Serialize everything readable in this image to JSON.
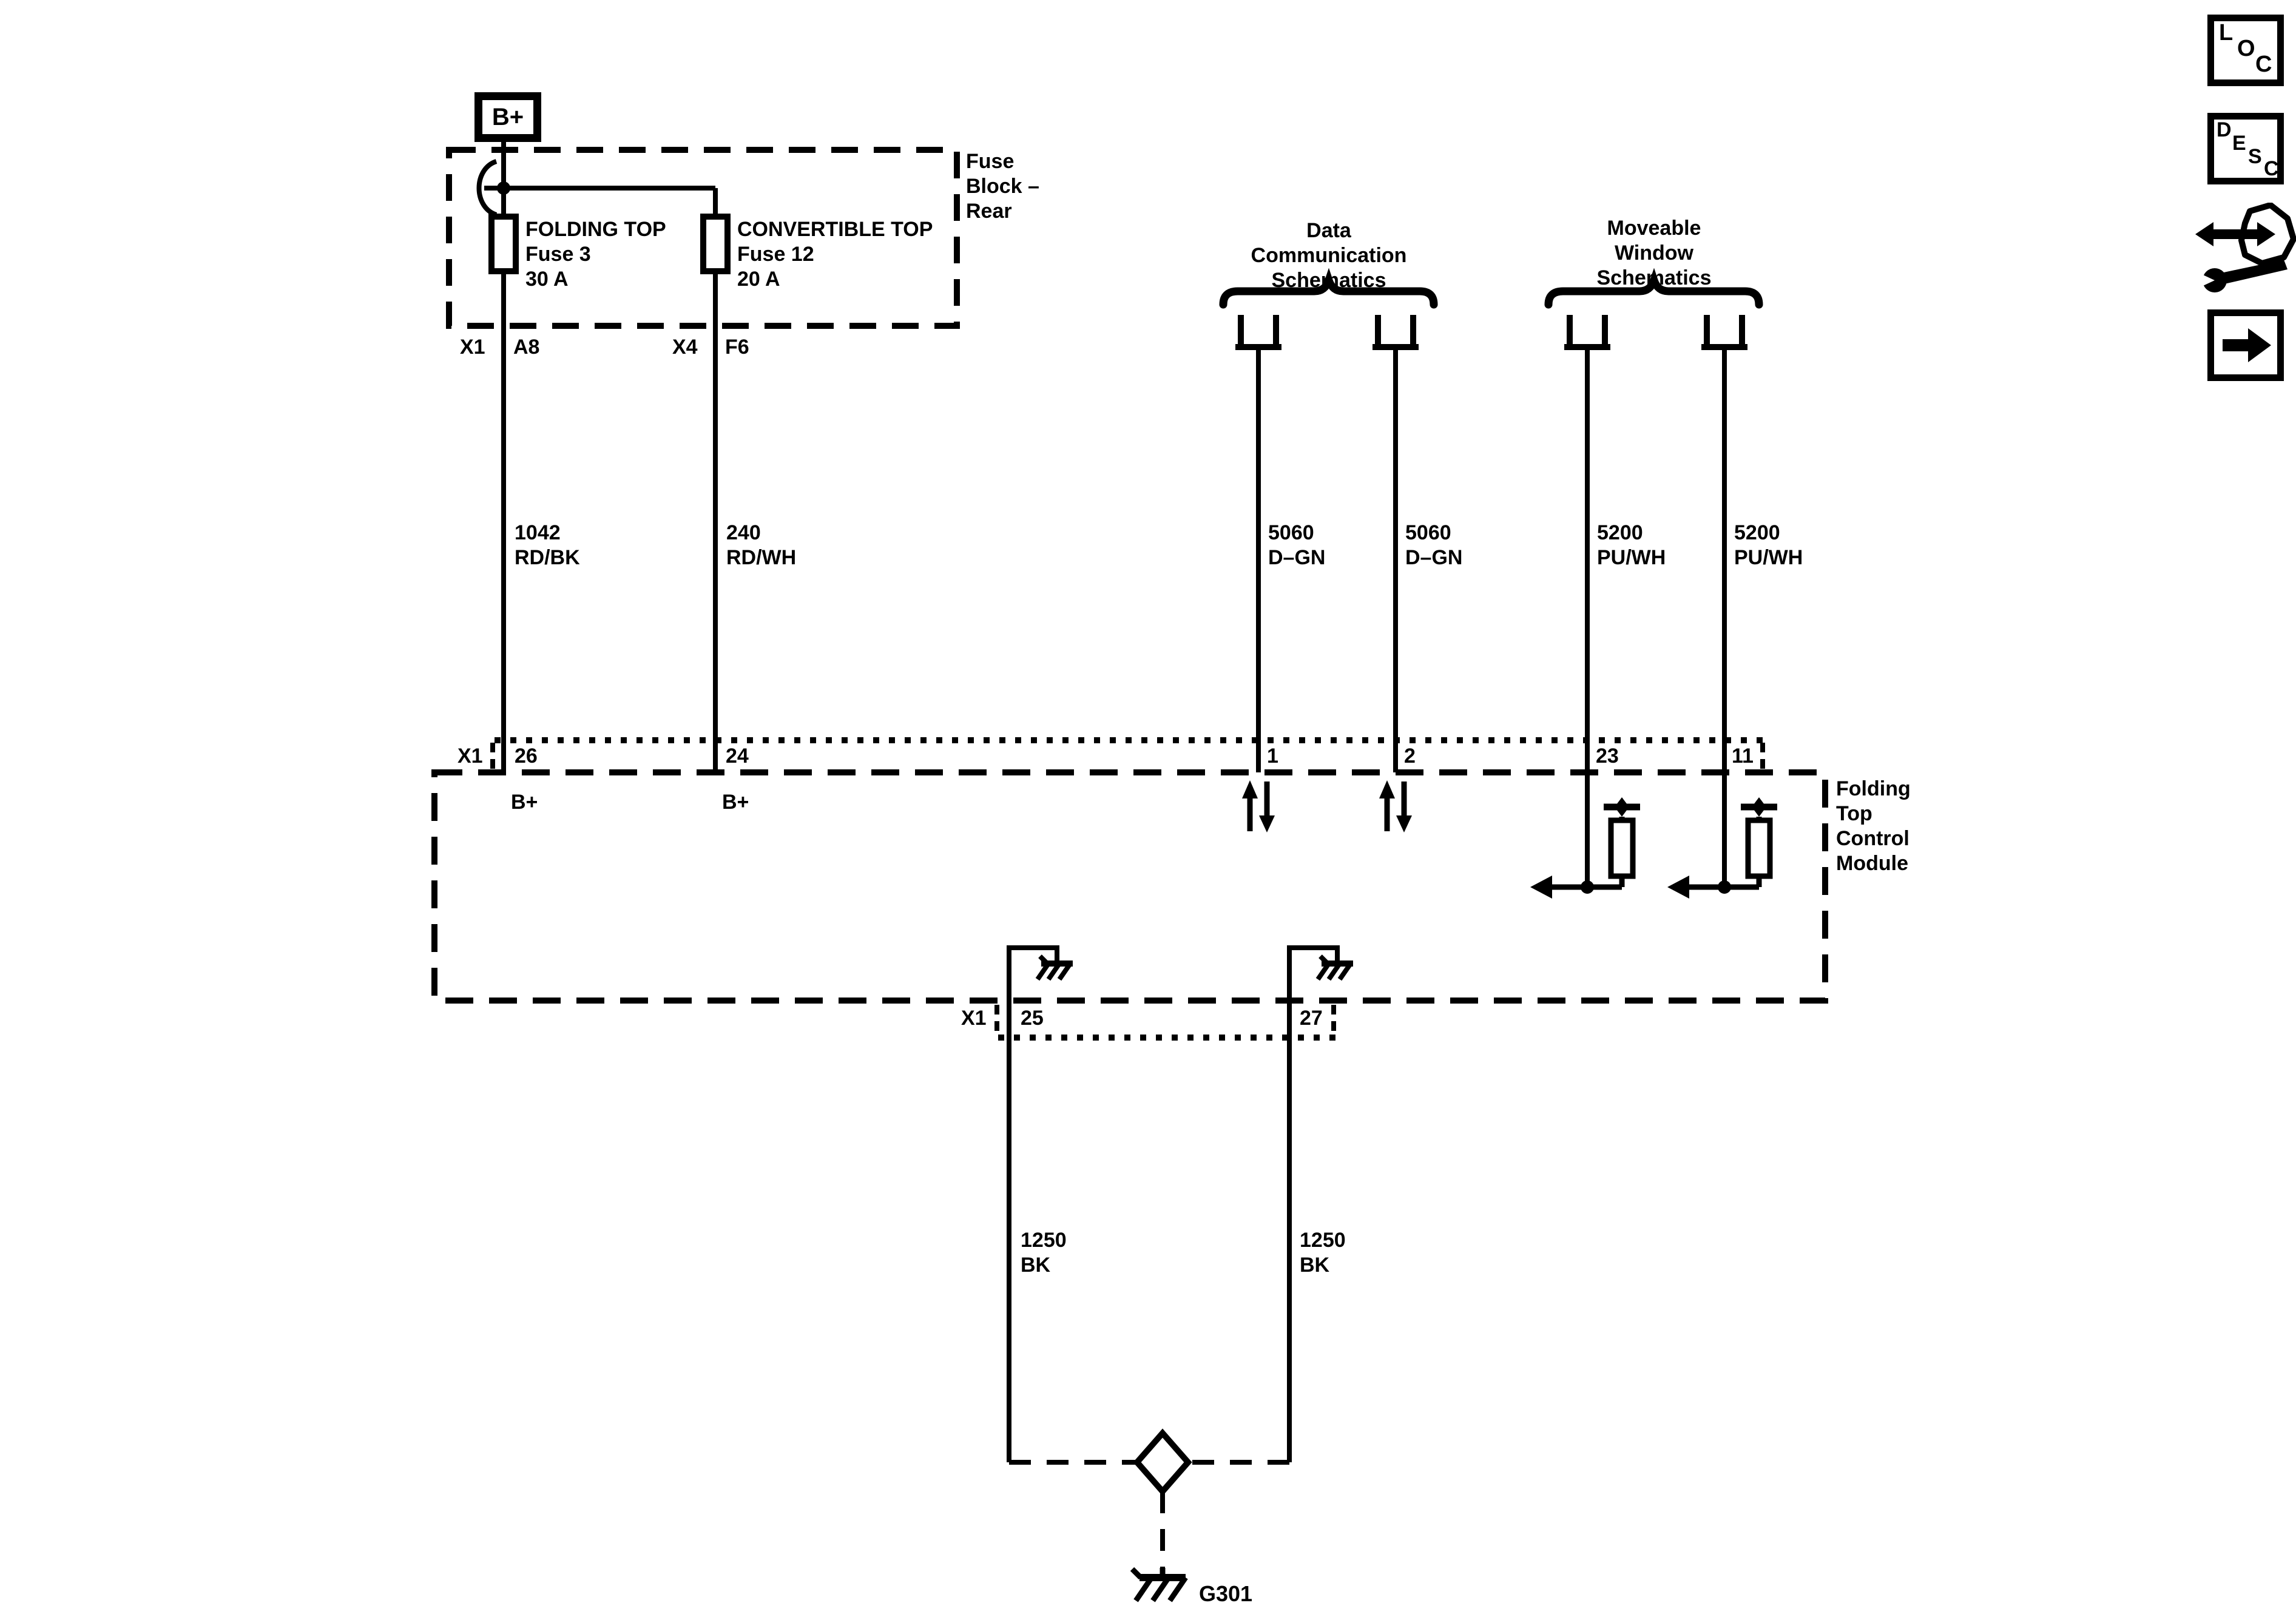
{
  "terminal": {
    "label": "B+"
  },
  "fuse_block": {
    "name_lines": [
      "Fuse",
      "Block –",
      "Rear"
    ],
    "fuses": [
      {
        "name": "FOLDING TOP",
        "id": "Fuse 3",
        "rating": "30 A",
        "connector": "X1",
        "pin": "A8"
      },
      {
        "name": "CONVERTIBLE TOP",
        "id": "Fuse 12",
        "rating": "20 A",
        "connector": "X4",
        "pin": "F6"
      }
    ]
  },
  "references": {
    "data_comm_lines": [
      "Data",
      "Communication",
      "Schematics"
    ],
    "window_lines": [
      "Moveable",
      "Window",
      "Schematics"
    ]
  },
  "wires": {
    "w1": {
      "circuit": "1042",
      "color": "RD/BK"
    },
    "w2": {
      "circuit": "240",
      "color": "RD/WH"
    },
    "w3": {
      "circuit": "5060",
      "color": "D–GN"
    },
    "w4": {
      "circuit": "5060",
      "color": "D–GN"
    },
    "w5": {
      "circuit": "5200",
      "color": "PU/WH"
    },
    "w6": {
      "circuit": "5200",
      "color": "PU/WH"
    },
    "g1": {
      "circuit": "1250",
      "color": "BK"
    },
    "g2": {
      "circuit": "1250",
      "color": "BK"
    }
  },
  "module": {
    "name_lines": [
      "Folding",
      "Top",
      "Control",
      "Module"
    ],
    "top_connector": "X1",
    "pins": {
      "p26": "26",
      "p24": "24",
      "p1": "1",
      "p2": "2",
      "p23": "23",
      "p11": "11"
    },
    "pin_labels": {
      "b1": "B+",
      "b2": "B+"
    },
    "bottom_connector": "X1",
    "ground_pins": {
      "p25": "25",
      "p27": "27"
    }
  },
  "ground": {
    "ref": "G301"
  },
  "nav": {
    "loc_letters": [
      "L",
      "O",
      "C"
    ],
    "desc_letters": [
      "D",
      "E",
      "S",
      "C"
    ]
  },
  "colors": {
    "ink": "#000000",
    "paper": "#ffffff"
  }
}
